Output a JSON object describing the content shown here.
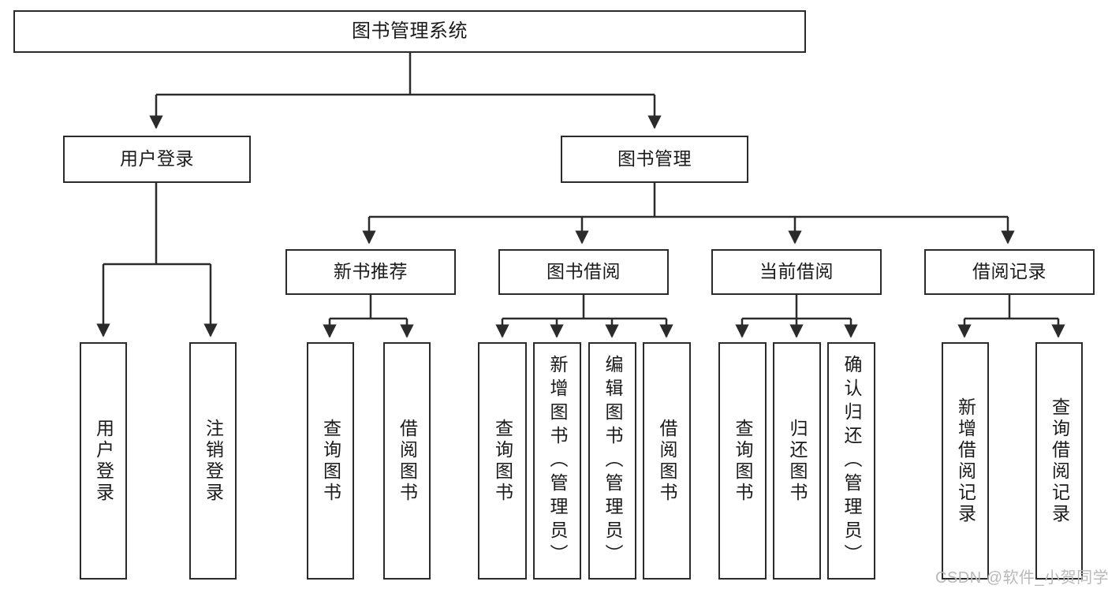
{
  "diagram": {
    "type": "hierarchy-tree",
    "title": "图书管理系统",
    "root": {
      "label": "图书管理系统"
    },
    "level2": [
      {
        "label": "用户登录"
      },
      {
        "label": "图书管理"
      }
    ],
    "level3": [
      {
        "label": "新书推荐"
      },
      {
        "label": "图书借阅"
      },
      {
        "label": "当前借阅"
      },
      {
        "label": "借阅记录"
      }
    ],
    "leaves": {
      "user_login": [
        {
          "label": "用户登录"
        },
        {
          "label": "注销登录"
        }
      ],
      "new_book_recommend": [
        {
          "label": "查询图书"
        },
        {
          "label": "借阅图书"
        }
      ],
      "book_borrow": [
        {
          "label": "查询图书"
        },
        {
          "label": "新增图书（管理员）"
        },
        {
          "label": "编辑图书（管理员）"
        },
        {
          "label": "借阅图书"
        }
      ],
      "current_borrow": [
        {
          "label": "查询图书"
        },
        {
          "label": "归还图书"
        },
        {
          "label": "确认归还（管理员）"
        }
      ],
      "borrow_record": [
        {
          "label": "新增借阅记录"
        },
        {
          "label": "查询借阅记录"
        }
      ]
    }
  },
  "watermark": {
    "text": "CSDN @软件_小贺同学"
  },
  "colors": {
    "stroke": "#2b2b2b",
    "background": "#ffffff",
    "text": "#1a1a1a",
    "watermark": "#b9b9b9"
  }
}
